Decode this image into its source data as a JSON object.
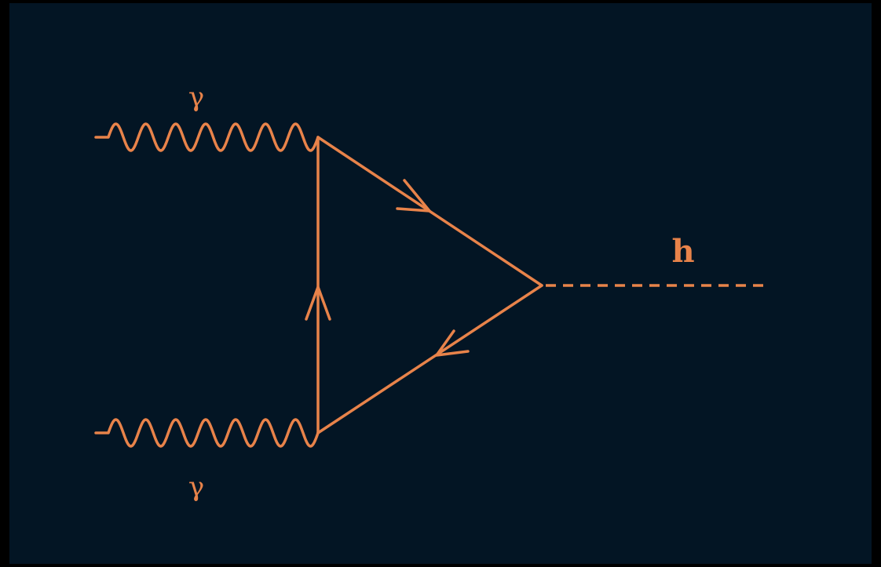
{
  "diagram": {
    "type": "feynman-diagram",
    "labels": {
      "photon_top": "γ",
      "photon_bottom": "γ",
      "higgs": "h"
    },
    "particles": [
      {
        "id": "photon_top",
        "line_style": "wavy"
      },
      {
        "id": "photon_bottom",
        "line_style": "wavy"
      },
      {
        "id": "fermion_loop_upper",
        "line_style": "solid-arrow"
      },
      {
        "id": "fermion_loop_lower",
        "line_style": "solid-arrow"
      },
      {
        "id": "fermion_loop_vertical",
        "line_style": "solid-arrow"
      },
      {
        "id": "higgs",
        "line_style": "dashed"
      }
    ],
    "colors": {
      "background": "#031524",
      "border": "#000000",
      "line": "#E8834A"
    }
  }
}
